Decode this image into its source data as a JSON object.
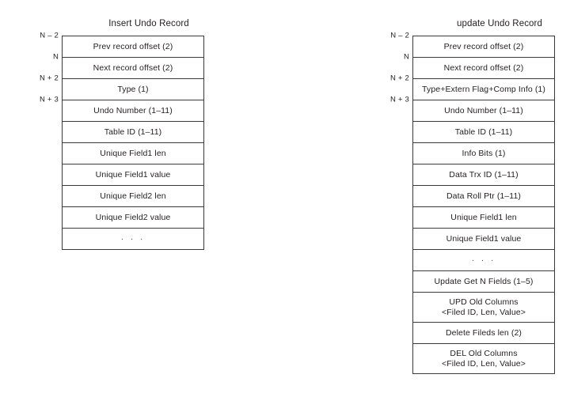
{
  "panels": [
    {
      "key": "insert",
      "title": "Insert Undo Record",
      "offsets": [
        {
          "label": "N – 2",
          "at_row": 0
        },
        {
          "label": "N",
          "at_row": 1
        },
        {
          "label": "N + 2",
          "at_row": 2
        },
        {
          "label": "N + 3",
          "at_row": 3
        }
      ],
      "rows": [
        {
          "text": "Prev record offset (2)"
        },
        {
          "text": "Next record offset (2)"
        },
        {
          "text": "Type (1)"
        },
        {
          "text": "Undo Number (1–11)"
        },
        {
          "text": "Table ID (1–11)"
        },
        {
          "text": "Unique Field1 len"
        },
        {
          "text": "Unique Field1 value"
        },
        {
          "text": "Unique Field2 len"
        },
        {
          "text": "Unique Field2 value"
        },
        {
          "text": ". . .",
          "ellipsis": true
        }
      ]
    },
    {
      "key": "update",
      "title": "update Undo Record",
      "offsets": [
        {
          "label": "N – 2",
          "at_row": 0
        },
        {
          "label": "N",
          "at_row": 1
        },
        {
          "label": "N + 2",
          "at_row": 2
        },
        {
          "label": "N + 3",
          "at_row": 3
        }
      ],
      "rows": [
        {
          "text": "Prev record offset (2)"
        },
        {
          "text": "Next record offset (2)"
        },
        {
          "text": "Type+Extern Flag+Comp Info (1)"
        },
        {
          "text": "Undo Number (1–11)"
        },
        {
          "text": "Table ID (1–11)"
        },
        {
          "text": "Info Bits (1)"
        },
        {
          "text": "Data Trx ID (1–11)"
        },
        {
          "text": "Data Roll Ptr (1–11)"
        },
        {
          "text": "Unique Field1 len"
        },
        {
          "text": "Unique Field1 value"
        },
        {
          "text": ". . .",
          "ellipsis": true
        },
        {
          "text": "Update Get N Fields (1–5)"
        },
        {
          "text": "UPD Old Columns",
          "text2": "<Filed ID, Len, Value>",
          "tall": true
        },
        {
          "text": "Delete Fileds len (2)"
        },
        {
          "text": "DEL Old Columns",
          "text2": "<Filed ID, Len, Value>",
          "tall": true
        }
      ]
    }
  ],
  "style": {
    "border_color": "#3a3a3a",
    "text_color": "#231f20",
    "background": "#ffffff"
  }
}
